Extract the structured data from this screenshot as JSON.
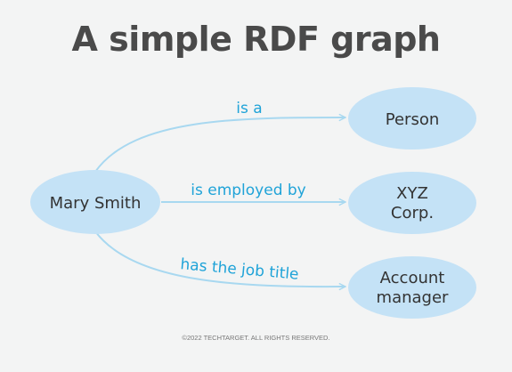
{
  "title": "A simple RDF graph",
  "nodes": {
    "subject": {
      "label": "Mary Smith"
    },
    "person": {
      "label": "Person"
    },
    "xyz": {
      "line1": "XYZ",
      "line2": "Corp."
    },
    "account": {
      "line1": "Account",
      "line2": "manager"
    }
  },
  "edges": {
    "is_a": "is a",
    "employed": "is employed by",
    "job_title": "has the job title"
  },
  "footer": "©2022 TECHTARGET. ALL RIGHTS RESERVED.",
  "colors": {
    "node_fill": "#c4e2f6",
    "edge_line": "#a8d8f0",
    "edge_label": "#1fa3d8",
    "title": "#4a4a4a",
    "background": "#f3f4f4"
  }
}
